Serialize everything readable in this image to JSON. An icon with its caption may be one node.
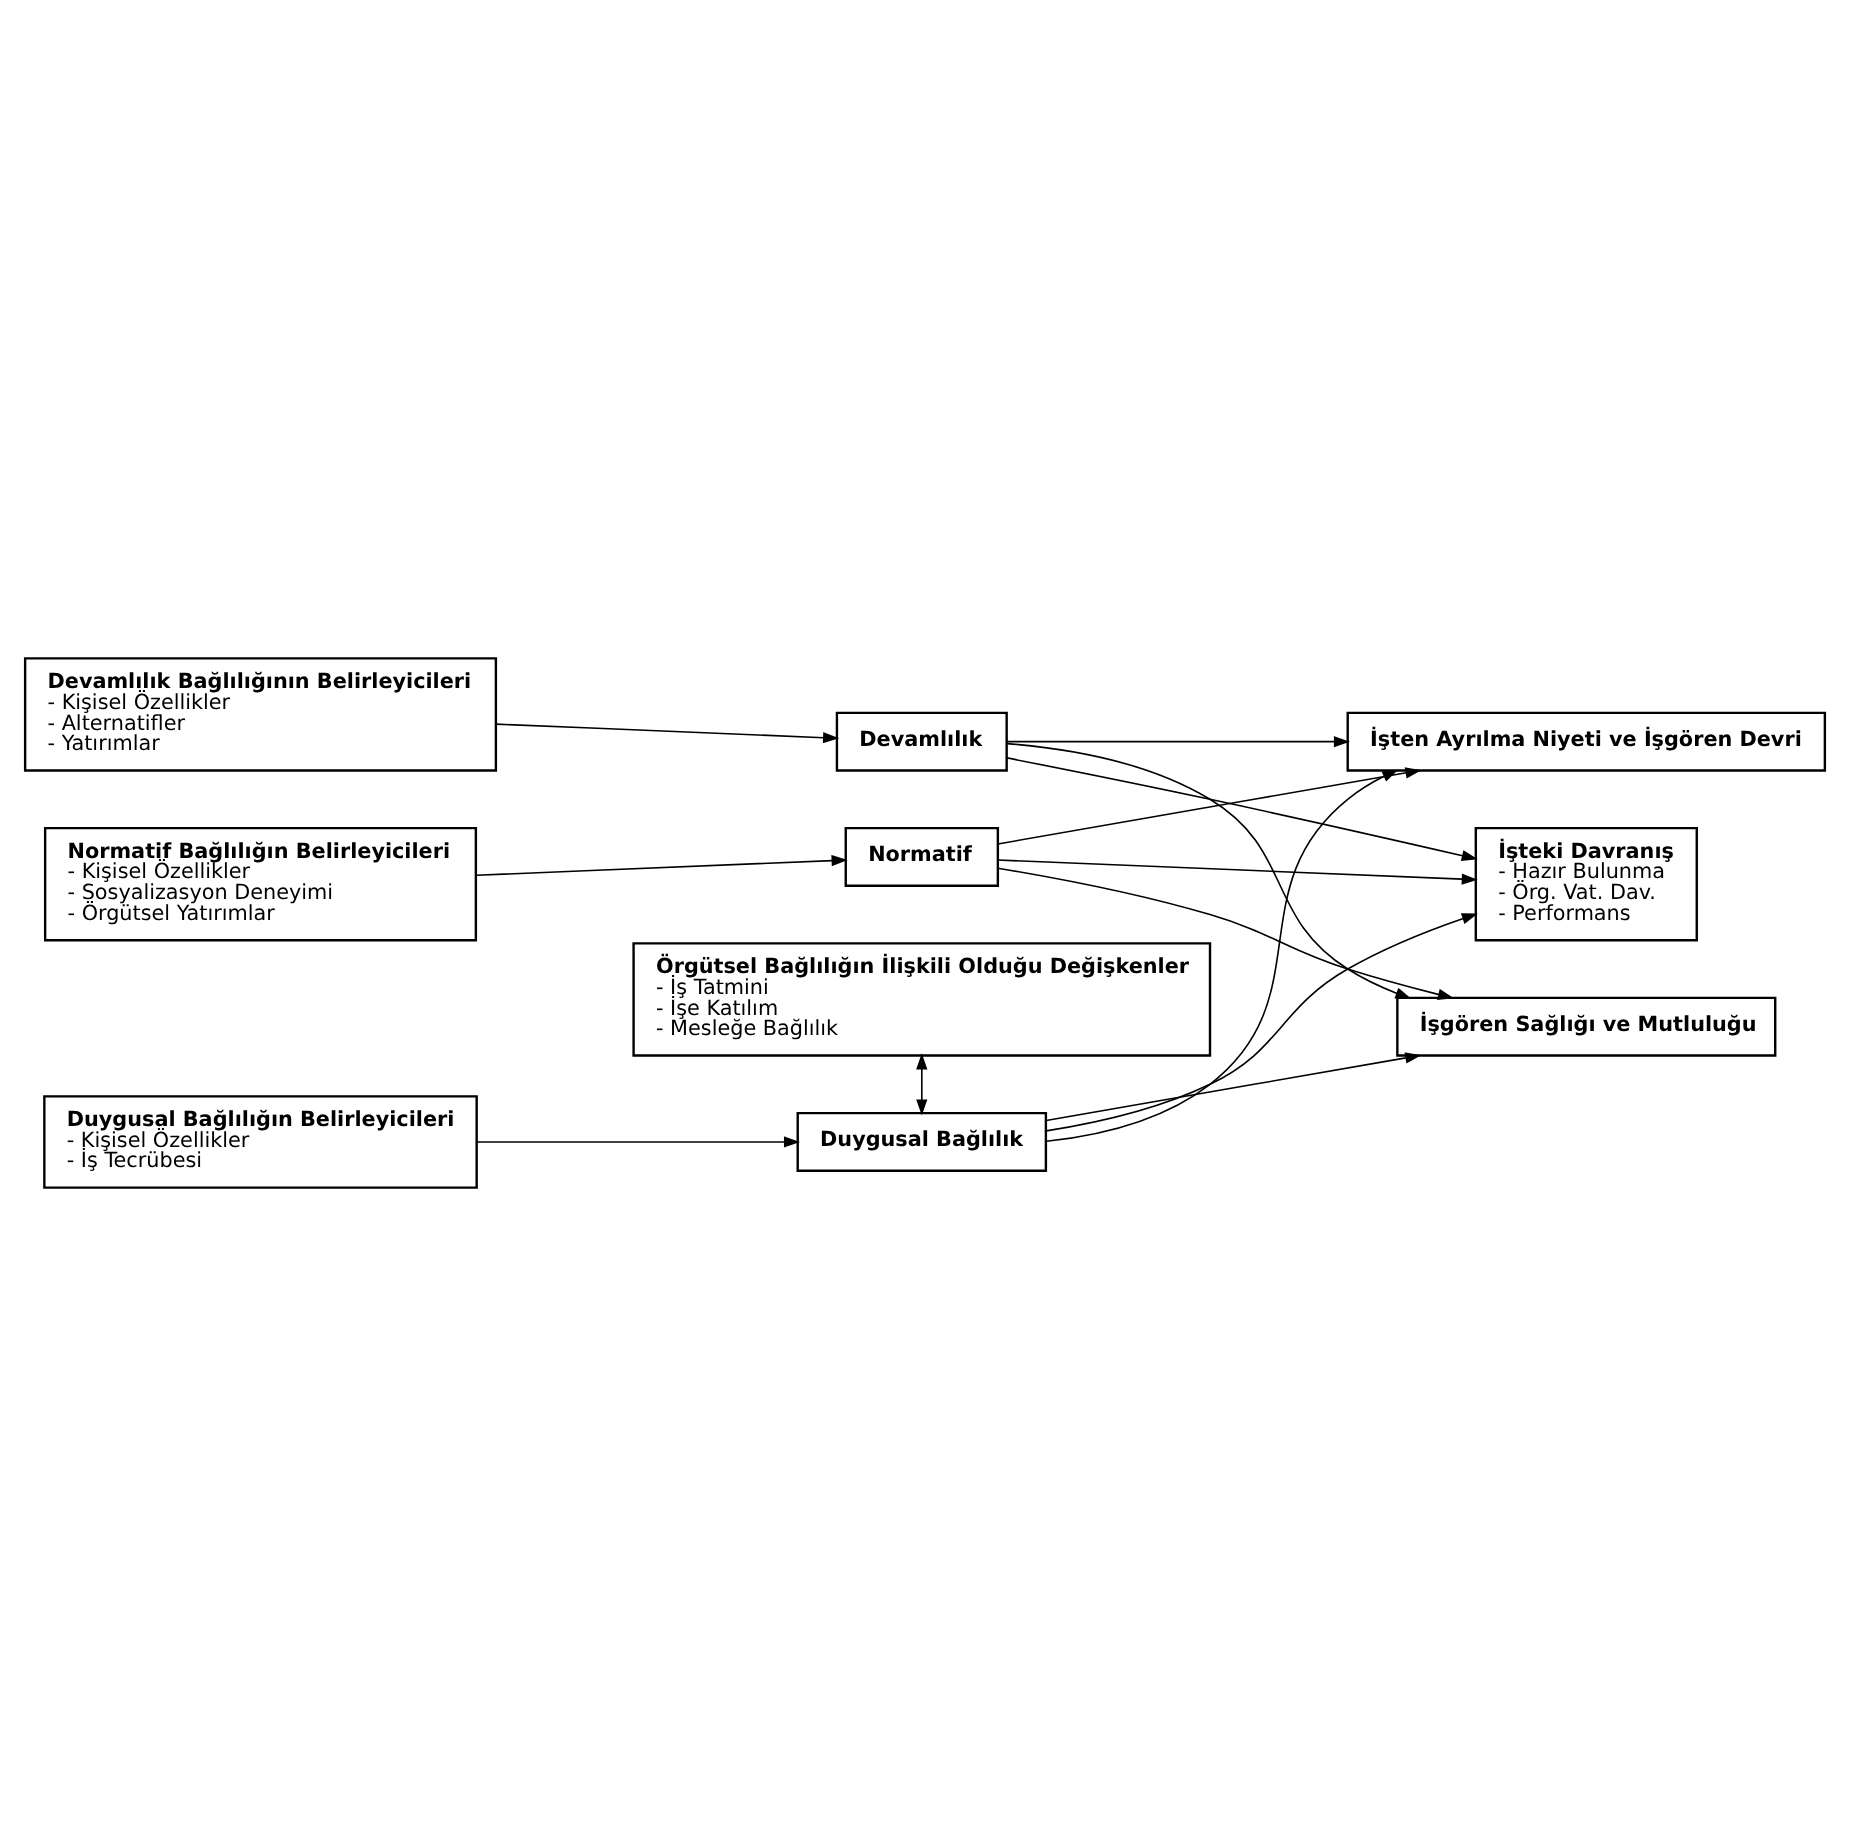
{
  "diagram": {
    "nodes": [
      {
        "text": [
          "Örgütsel Bağlılığın İlişkili Olduğu Değişkenler",
          "- İş Tatmini",
          "- İşe Katılım",
          "- Mesleğe Bağlılık"
        ]
      },
      {
        "text": [
          "Duygusal Bağlılığın Belirleyicileri",
          "- Kişisel Özellikler",
          "- İş Tecrübesi"
        ]
      },
      {
        "text": [
          "Duygusal Bağlılık"
        ]
      },
      {
        "text": [
          "İşten Ayrılma Niyeti ve İşgören Devri"
        ]
      },
      {
        "text": [
          "Devamlılık Bağlılığının Belirleyicileri",
          "- Kişisel Özellikler",
          "- Alternatifler",
          "- Yatırımlar"
        ]
      },
      {
        "text": [
          "Devamlılık"
        ]
      },
      {
        "text": [
          "İşteki Davranış",
          "- Hazır Bulunma",
          "- Örg. Vat. Dav.",
          "- Performans"
        ]
      },
      {
        "text": [
          "Normatif Bağlılığın Belirleyicileri",
          "- Kişisel Özellikler",
          "- Sosyalizasyon Deneyimi",
          "- Örgütsel Yatırımlar"
        ]
      },
      {
        "text": [
          "Normatif"
        ]
      },
      {
        "text": [
          "İşgören Sağlığı ve Mutluluğu"
        ]
      }
    ],
    "edges": [
      {
        "from": 0,
        "to": 2,
        "arrow": "both"
      },
      {
        "from": 1,
        "to": 2,
        "arrow": "to"
      },
      {
        "from": 2,
        "to": 3,
        "arrow": "to"
      },
      {
        "from": 2,
        "to": 6,
        "arrow": "to"
      },
      {
        "from": 2,
        "to": 9,
        "arrow": "to"
      },
      {
        "from": 4,
        "to": 5,
        "arrow": "to"
      },
      {
        "from": 5,
        "to": 3,
        "arrow": "to"
      },
      {
        "from": 5,
        "to": 6,
        "arrow": "to"
      },
      {
        "from": 5,
        "to": 9,
        "arrow": "to"
      },
      {
        "from": 7,
        "to": 8,
        "arrow": "to"
      },
      {
        "from": 8,
        "to": 3,
        "arrow": "to"
      },
      {
        "from": 8,
        "to": 6,
        "arrow": "to"
      },
      {
        "from": 8,
        "to": 9,
        "arrow": "to"
      }
    ]
  }
}
